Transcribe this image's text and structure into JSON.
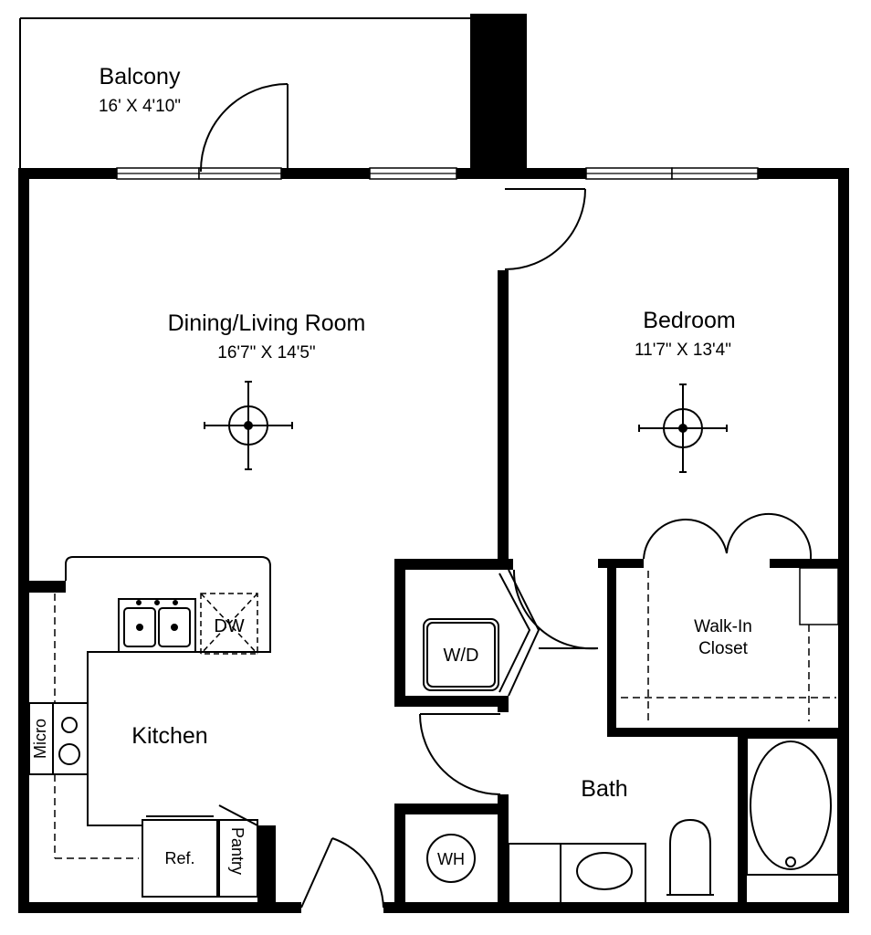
{
  "rooms": {
    "balcony": {
      "name": "Balcony",
      "dims": "16' X 4'10\""
    },
    "living": {
      "name": "Dining/Living Room",
      "dims": "16'7\" X 14'5\""
    },
    "bedroom": {
      "name": "Bedroom",
      "dims": "11'7\" X 13'4\""
    },
    "kitchen": {
      "name": "Kitchen"
    },
    "bath": {
      "name": "Bath"
    },
    "closet": {
      "name_line1": "Walk-In",
      "name_line2": "Closet"
    }
  },
  "fixtures": {
    "dishwasher": "DW",
    "washer_dryer": "W/D",
    "micro": "Micro",
    "refrigerator": "Ref.",
    "pantry": "Pantry",
    "water_heater": "WH"
  },
  "icons": {
    "ceiling_fan": "ceiling-fan-icon"
  }
}
